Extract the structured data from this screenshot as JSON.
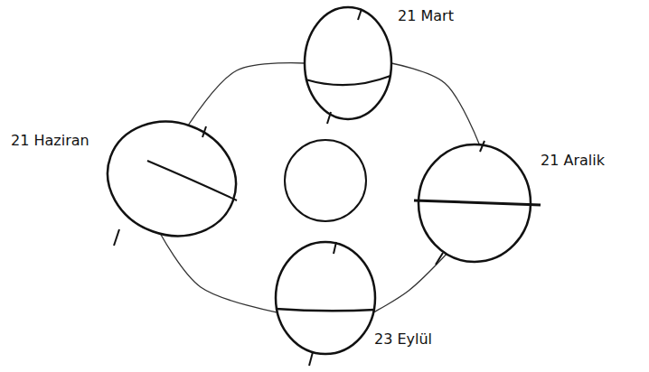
{
  "diagram": {
    "nodes": [
      {
        "text": [
          "21 Mart"
        ]
      },
      {
        "text": [
          "21 Haziran"
        ]
      },
      {
        "text": [
          "21 Aralik"
        ]
      },
      {
        "text": [
          "23 Eylül"
        ]
      }
    ],
    "edges": [
      {
        "from": 0,
        "to": 2,
        "arrow": "none"
      },
      {
        "from": 2,
        "to": 3,
        "arrow": "none"
      },
      {
        "from": 3,
        "to": 1,
        "arrow": "none"
      },
      {
        "from": 1,
        "to": 0,
        "arrow": "none"
      }
    ]
  }
}
